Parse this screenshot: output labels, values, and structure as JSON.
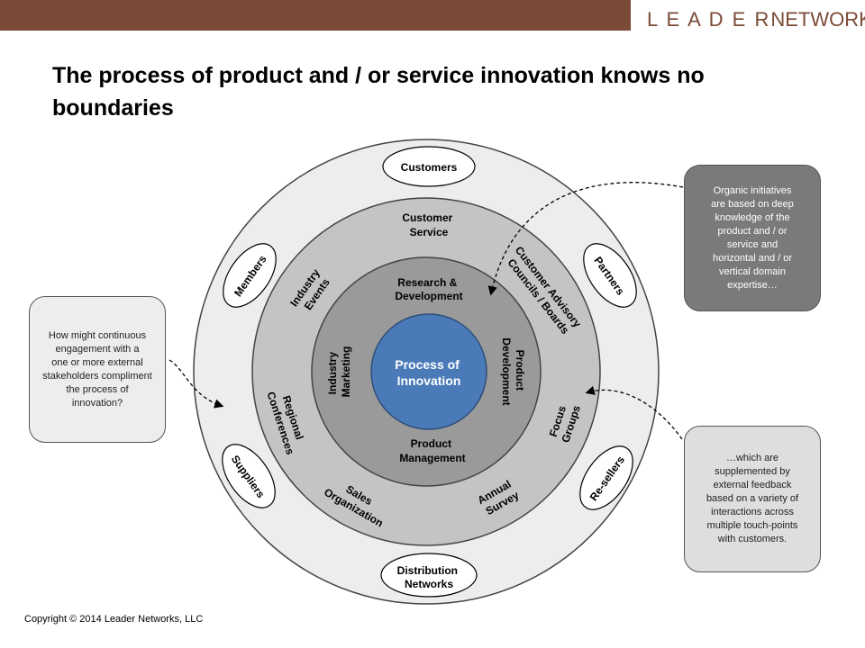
{
  "header": {
    "brand_part1": "L E A D E R",
    "brand_part2": "NETWORKS"
  },
  "title": "The process of product and / or service innovation knows no boundaries",
  "diagram": {
    "center": [
      "Process of",
      "Innovation"
    ],
    "inner_ring": {
      "top": [
        "Research &",
        "Development"
      ],
      "bottom": [
        "Product",
        "Management"
      ],
      "left": [
        "Industry",
        "Marketing"
      ],
      "right": [
        "Product",
        "Development"
      ]
    },
    "middle_ring": {
      "customer_service": [
        "Customer",
        "Service"
      ],
      "industry_events": [
        "Industry",
        "Events"
      ],
      "customer_advisory": [
        "Customer Advisory",
        "Councils / Boards"
      ],
      "regional_conferences": [
        "Regional",
        "Conferences"
      ],
      "focus_groups": [
        "Focus",
        "Groups"
      ],
      "sales_organization": [
        "Sales",
        "Organization"
      ],
      "annual_survey": [
        "Annual",
        "Survey"
      ]
    },
    "outer_ring": {
      "customers": "Customers",
      "members": "Members",
      "partners": "Partners",
      "suppliers": "Suppliers",
      "resellers": "Re-sellers",
      "distribution": [
        "Distribution",
        "Networks"
      ]
    }
  },
  "callouts": {
    "left": "How might continuous\nengagement with a\none or more external\nstakeholders compliment\nthe process of\ninnovation?",
    "right_top": "Organic initiatives\nare based on deep\nknowledge of the\nproduct and / or\nservice and\nhorizontal and / or\nvertical domain\nexpertise…",
    "right_bottom": "…which are\nsupplemented by\nexternal feedback\nbased on a variety of\ninteractions across\nmultiple touch-points\nwith customers."
  },
  "footer": "Copyright © 2014 Leader Networks, LLC",
  "colors": {
    "topbar": "#7b4a36",
    "outer_ring": "#ededed",
    "middle_ring": "#c4c4c4",
    "inner_ring": "#9a9a9a",
    "center": "#4a7ab8"
  }
}
